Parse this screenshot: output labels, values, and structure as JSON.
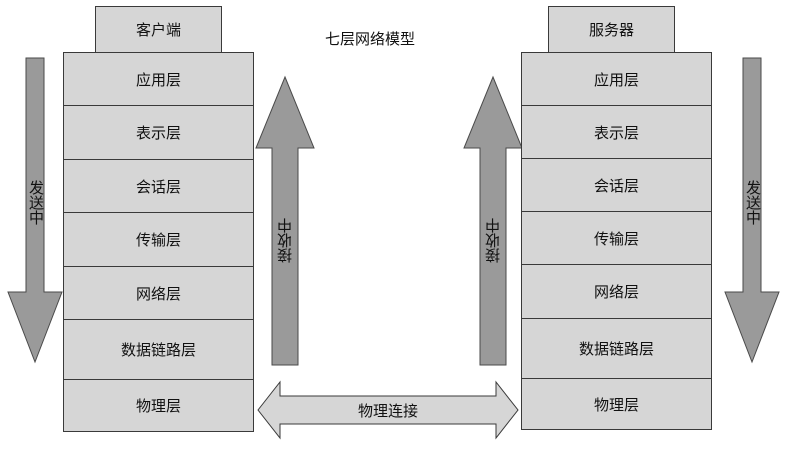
{
  "title": "七层网络模型",
  "client": {
    "header": "客户端",
    "layers": [
      "应用层",
      "表示层",
      "会话层",
      "传输层",
      "网络层",
      "数据链路层",
      "物理层"
    ],
    "send_label": "发送中",
    "receive_label": "接收中"
  },
  "server": {
    "header": "服务器",
    "layers": [
      "应用层",
      "表示层",
      "会话层",
      "传输层",
      "网络层",
      "数据链路层",
      "物理层"
    ],
    "send_label": "发送中",
    "receive_label": "接收中"
  },
  "connection_label": "物理连接",
  "colors": {
    "box_fill": "#d6d6d6",
    "arrow_fill": "#9a9a9a",
    "border": "#3a3a3a"
  }
}
